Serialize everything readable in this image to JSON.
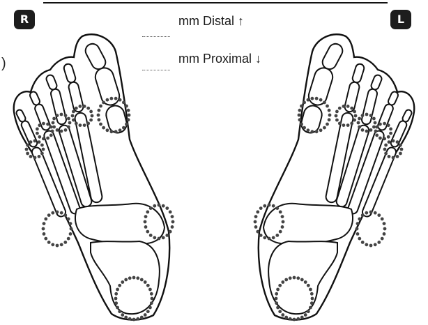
{
  "badges": {
    "right": "R",
    "left": "L"
  },
  "labels": {
    "distal": "mm Distal ↑",
    "proximal": "mm Proximal ↓",
    "edge_paren": ")"
  },
  "style": {
    "ink": "#111111",
    "badge_bg": "#1d1d1d",
    "dot_color": "#444444"
  },
  "feet": [
    {
      "side": "right",
      "mirror": false
    },
    {
      "side": "left",
      "mirror": true
    }
  ]
}
